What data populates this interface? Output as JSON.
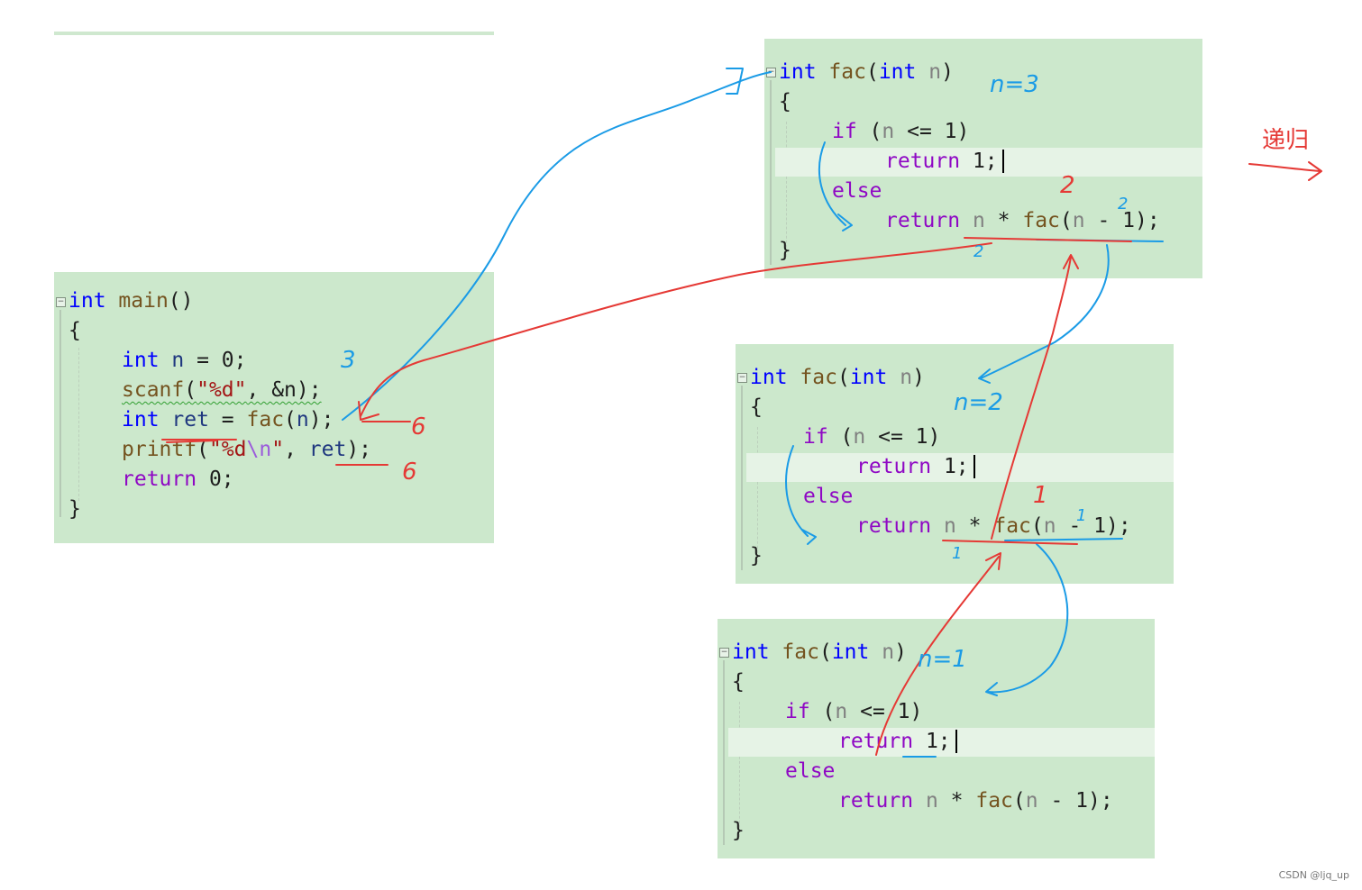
{
  "main_panel": {
    "keyword_int": "int",
    "func_name": "main",
    "signature_rest": "()",
    "open_brace": "{",
    "line1": {
      "type": "int",
      "var": "n",
      "rest": " = 0;"
    },
    "line2": {
      "func": "scanf",
      "paren_open": "(",
      "fmt": "\"%d\"",
      "rest": ", &n);"
    },
    "line3": {
      "type": "int",
      "var": "ret",
      "eq": " = ",
      "call": "fac",
      "arg_open": "(",
      "arg": "n",
      "rest": ");"
    },
    "line4": {
      "func": "printf",
      "paren_open": "(",
      "fmt_a": "\"%d",
      "fmt_esc": "\\n",
      "fmt_b": "\"",
      "comma": ", ",
      "var": "ret",
      "rest": ");"
    },
    "line5": {
      "keyword": "return",
      "rest": " 0;"
    },
    "close_brace": "}"
  },
  "fac_panels": [
    {
      "kw_int": "int",
      "name": "fac",
      "paren_open": "(",
      "param_type": "int",
      "param": "n",
      "paren_close": ")",
      "open_brace": "{",
      "if_kw": "if",
      "if_open": " (",
      "if_var": "n",
      "if_rest": " <= 1)",
      "ret1_kw": "return",
      "ret1_rest": " 1;",
      "else_kw": "else",
      "ret2_kw": "return",
      "ret2_var": "n",
      "ret2_op": " * ",
      "ret2_call": "fac",
      "ret2_open": "(",
      "ret2_arg": "n",
      "ret2_rest": " - 1);",
      "close_brace": "}"
    },
    {
      "kw_int": "int",
      "name": "fac",
      "paren_open": "(",
      "param_type": "int",
      "param": "n",
      "paren_close": ")",
      "open_brace": "{",
      "if_kw": "if",
      "if_open": " (",
      "if_var": "n",
      "if_rest": " <= 1)",
      "ret1_kw": "return",
      "ret1_rest": " 1;",
      "else_kw": "else",
      "ret2_kw": "return",
      "ret2_var": "n",
      "ret2_op": " * ",
      "ret2_call": "fac",
      "ret2_open": "(",
      "ret2_arg": "n",
      "ret2_rest": " - 1);",
      "close_brace": "}"
    },
    {
      "kw_int": "int",
      "name": "fac",
      "paren_open": "(",
      "param_type": "int",
      "param": "n",
      "paren_close": ")",
      "open_brace": "{",
      "if_kw": "if",
      "if_open": " (",
      "if_var": "n",
      "if_rest": " <= 1)",
      "ret1_kw": "return",
      "ret1_rest": " 1;",
      "else_kw": "else",
      "ret2_kw": "return",
      "ret2_var": "n",
      "ret2_op": " * ",
      "ret2_call": "fac",
      "ret2_open": "(",
      "ret2_arg": "n",
      "ret2_rest": " - 1);",
      "close_brace": "}"
    }
  ],
  "annotations": {
    "n_eq_3": "n=3",
    "n_eq_2": "n=2",
    "n_eq_1": "n=1",
    "three": "3",
    "six_a": "6",
    "six_b": "6",
    "two_a": "2",
    "two_b": "2",
    "one_a": "1",
    "one_b": "1",
    "return_two": "2",
    "return_one": "1",
    "recursion": "递归"
  },
  "ink_colors": {
    "call": "#1a9be6",
    "return": "#e53935"
  },
  "watermark": "CSDN @ljq_up"
}
